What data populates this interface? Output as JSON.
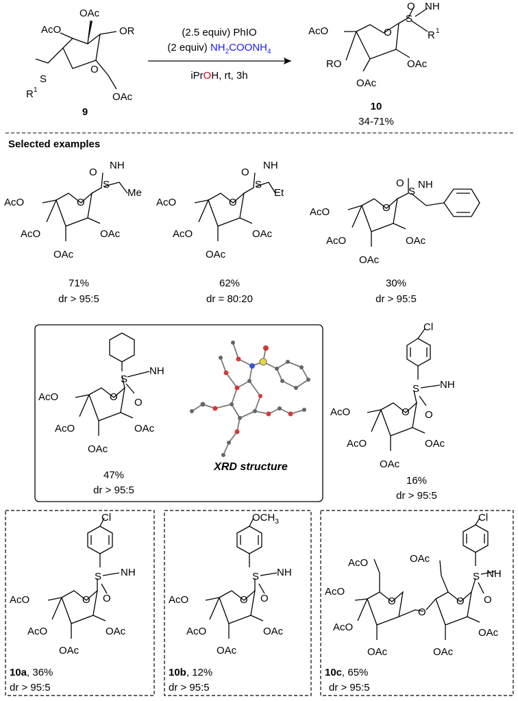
{
  "scheme": {
    "reactant_label": "9",
    "product_label": "10",
    "product_yield": "34-71%",
    "conditions": {
      "reagent1": "(2.5 equiv) PhIO",
      "reagent2_prefix": "(2 equiv) ",
      "reagent2": "NH2COONH4",
      "solvent_a": "iPr",
      "solvent_o": "O",
      "solvent_b": "H, rt, 3h"
    }
  },
  "section_title": "Selected examples",
  "xrd_caption": "XRD structure",
  "examples": [
    {
      "name": "methyl",
      "yield": "71%",
      "dr": "dr > 95:5"
    },
    {
      "name": "ethyl",
      "yield": "62%",
      "dr": "dr = 80:20"
    },
    {
      "name": "benzyl",
      "yield": "30%",
      "dr": "dr > 95:5"
    },
    {
      "name": "cyclohexyl",
      "yield": "47%",
      "dr": "dr > 95:5"
    },
    {
      "name": "chlorophenyl-galacto",
      "yield": "16%",
      "dr": "dr > 95:5"
    },
    {
      "compound": "10a",
      "yield": ", 36%",
      "dr": "dr > 95:5"
    },
    {
      "compound": "10b",
      "yield": ", 12%",
      "dr": "dr > 95:5"
    },
    {
      "compound": "10c",
      "yield": ", 65%",
      "dr": "dr > 95:5"
    }
  ],
  "colors": {
    "nitrogen": "#1a1aff",
    "oxygen": "#e0001b",
    "sulfur_xrd": "#e8d24a"
  }
}
